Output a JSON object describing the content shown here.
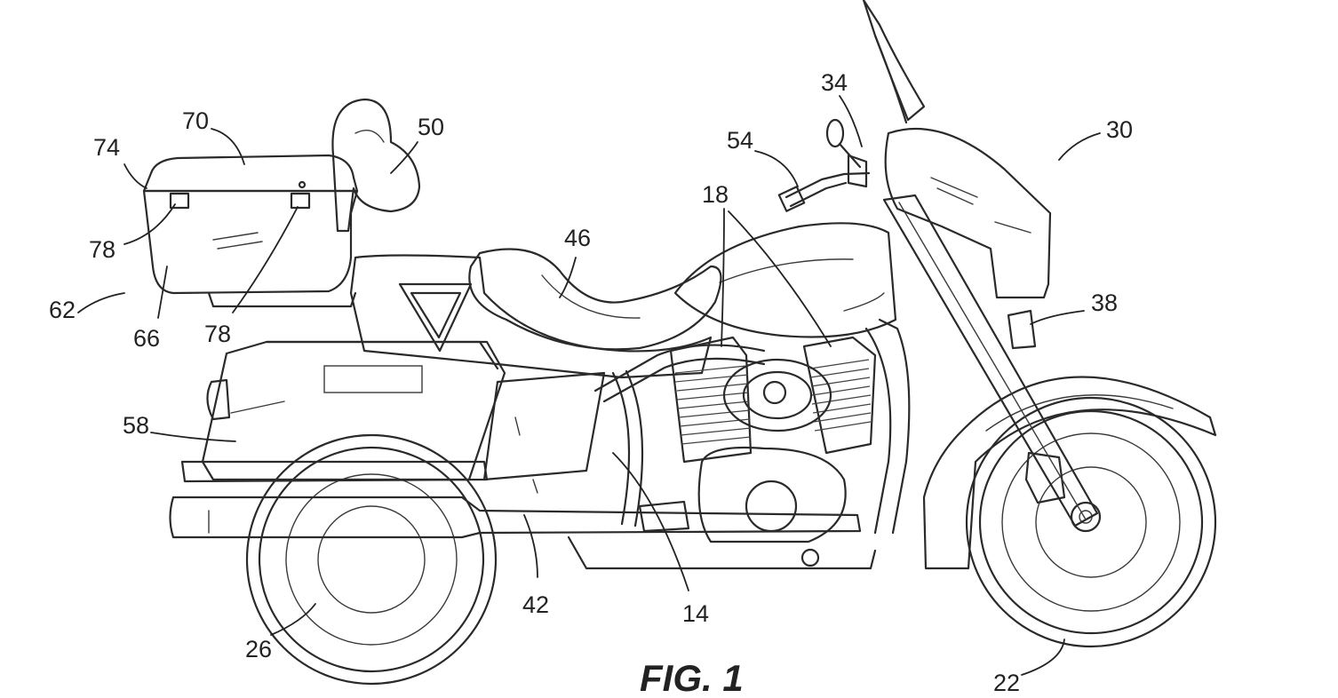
{
  "figure": {
    "caption": "FIG. 1",
    "reference_numerals": [
      "70",
      "74",
      "50",
      "78",
      "62",
      "66",
      "78",
      "46",
      "18",
      "54",
      "34",
      "30",
      "38",
      "58",
      "42",
      "14",
      "26",
      "22"
    ]
  }
}
